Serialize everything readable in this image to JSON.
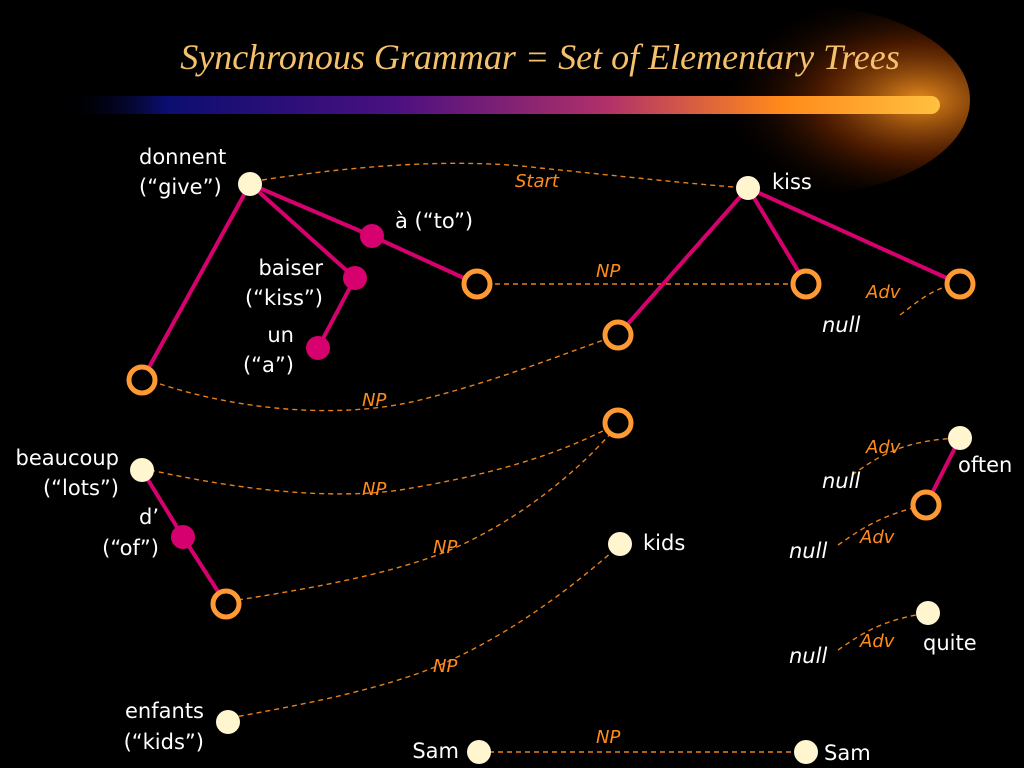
{
  "title": "Synchronous Grammar = Set of Elementary Trees",
  "labels": {
    "donnent": "donnent",
    "give": "(“give”)",
    "a_to": "à (“to”)",
    "baiser": "baiser",
    "baiser_kiss": "(“kiss”)",
    "un": "un",
    "un_a": "(“a”)",
    "kiss": "kiss",
    "beaucoup": "beaucoup",
    "lots": "(“lots”)",
    "d": "d’",
    "of": "(“of”)",
    "kids": "kids",
    "often": "often",
    "quite": "quite",
    "enfants": "enfants",
    "enfants_kids": "(“kids”)",
    "sam_left": "Sam",
    "sam_right": "Sam"
  },
  "links": {
    "start": "Start",
    "np1": "NP",
    "np2": "NP",
    "np3": "NP",
    "np4": "NP",
    "np5": "NP",
    "np6": "NP",
    "adv1": "Adv",
    "adv2": "Adv",
    "adv3": "Adv",
    "adv4": "Adv"
  },
  "nulls": {
    "n1": "null",
    "n2": "null",
    "n3": "null",
    "n4": "null"
  },
  "colors": {
    "background": "#000000",
    "title": "#f5c16c",
    "tree_edge": "#d6006e",
    "link": "#e8801a",
    "substitution_node": "#ff9933",
    "terminal_node": "#fff6d0"
  }
}
